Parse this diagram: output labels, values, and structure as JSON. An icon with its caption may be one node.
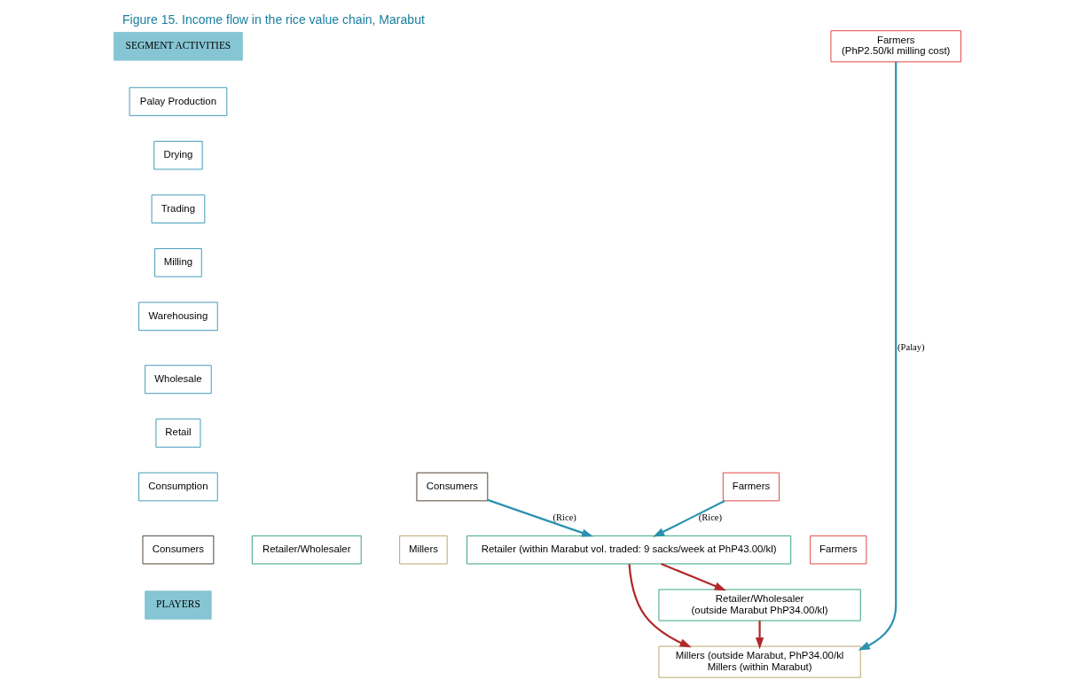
{
  "diagram": {
    "title": "Figure 15. Income flow in the rice value chain, Marabut",
    "nodes": [
      {
        "text": [
          "SEGMENT ACTIVITIES"
        ]
      },
      {
        "text": [
          "PLAYERS"
        ]
      },
      {
        "text": [
          "Palay Production"
        ]
      },
      {
        "text": [
          "Drying"
        ]
      },
      {
        "text": [
          "Trading"
        ]
      },
      {
        "text": [
          "Milling"
        ]
      },
      {
        "text": [
          "Warehousing"
        ]
      },
      {
        "text": [
          "Wholesale"
        ]
      },
      {
        "text": [
          "Retail"
        ]
      },
      {
        "text": [
          "Consumption"
        ]
      },
      {
        "text": [
          "Consumers"
        ]
      },
      {
        "text": [
          "Retailer/Wholesaler"
        ]
      },
      {
        "text": [
          "Millers"
        ]
      },
      {
        "text": [
          "Farmers"
        ]
      },
      {
        "text": [
          "Farmers",
          "(PhP2.50/kl milling cost)"
        ]
      },
      {
        "text": [
          "Millers (outside Marabut, PhP34.00/kl",
          "Millers (within Marabut)"
        ]
      },
      {
        "text": [
          "Retailer/Wholesaler",
          "(outside Marabut PhP34.00/kl)"
        ]
      },
      {
        "text": [
          "Retailer (within Marabut vol. traded: 9 sacks/week at PhP43.00/kl)"
        ]
      },
      {
        "text": [
          "Consumers"
        ]
      },
      {
        "text": [
          "Farmers"
        ]
      }
    ],
    "edges": [
      {
        "from": 14,
        "to": 15,
        "arrow": "to",
        "label": "(Palay)",
        "color": "#2a92b0"
      },
      {
        "from": 16,
        "to": 15,
        "arrow": "to",
        "color": "#b0282a"
      },
      {
        "from": 17,
        "to": 15,
        "arrow": "to",
        "color": "#b0282a"
      },
      {
        "from": 17,
        "to": 16,
        "arrow": "to",
        "color": "#b0282a"
      },
      {
        "from": 18,
        "to": 17,
        "arrow": "to",
        "label": "(Rice)",
        "color": "#2a92b0"
      },
      {
        "from": 19,
        "to": 17,
        "arrow": "to",
        "label": "(Rice)",
        "color": "#2a92b0"
      }
    ]
  }
}
